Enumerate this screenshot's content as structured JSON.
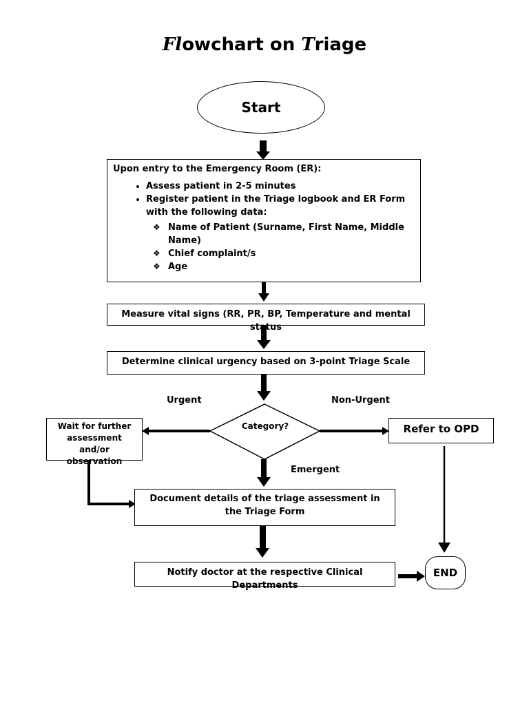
{
  "title": {
    "first_char": "Fl",
    "rest1": "owchart on ",
    "cap2": "T",
    "rest2": "riage"
  },
  "start": {
    "label": "Start"
  },
  "entry": {
    "heading": "Upon entry to the Emergency Room (ER):",
    "bullets": [
      "Assess patient in 2-5 minutes",
      "Register patient in the Triage logbook and ER Form with the following data:"
    ],
    "sub_bullets": [
      "Name of Patient (Surname, First Name, Middle Name)",
      "Chief complaint/s",
      "Age"
    ]
  },
  "vitals": {
    "text": "Measure vital signs (RR, PR, BP, Temperature and mental status"
  },
  "urgency": {
    "text": "Determine clinical urgency based on 3-point Triage Scale"
  },
  "decision": {
    "text": "Category?"
  },
  "branches": {
    "urgent": "Urgent",
    "non_urgent": "Non-Urgent",
    "emergent": "Emergent"
  },
  "wait": {
    "text": "Wait for further assessment and/or observation"
  },
  "refer": {
    "text": "Refer to OPD"
  },
  "document": {
    "text": "Document details of the triage assessment in the Triage Form"
  },
  "notify": {
    "text": "Notify doctor at the respective Clinical Departments"
  },
  "end": {
    "label": "END"
  }
}
